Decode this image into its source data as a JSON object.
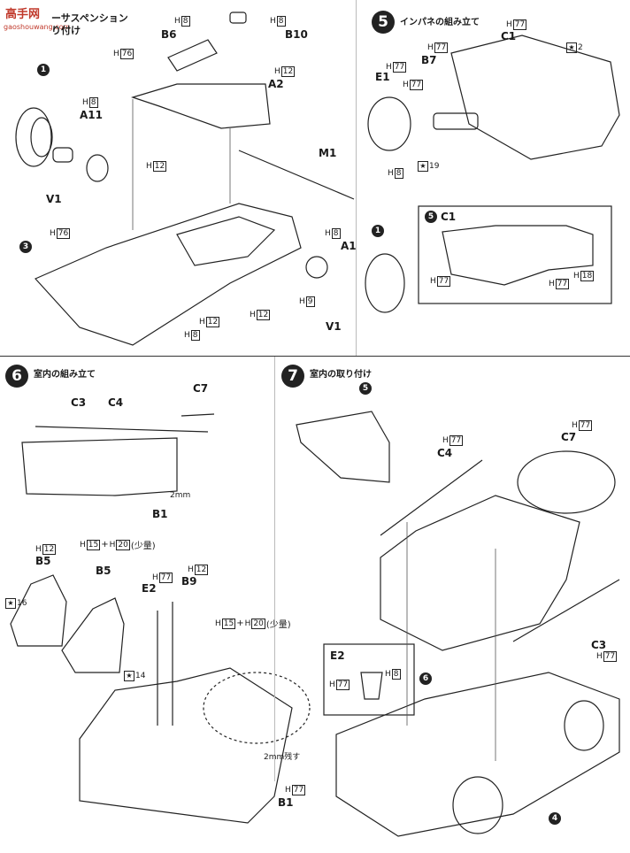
{
  "watermark": {
    "brand": "高手网",
    "url": "gaoshouwang.com"
  },
  "header": {
    "title": "ーサスペンション",
    "subtitle": "り付け"
  },
  "steps": [
    {
      "num": "5",
      "title": "インパネの組み立て"
    },
    {
      "num": "6",
      "title": "室内の組み立て"
    },
    {
      "num": "7",
      "title": "室内の取り付け"
    }
  ],
  "parts": {
    "b6": "B6",
    "b10": "B10",
    "a2": "A2",
    "a11": "A11",
    "v1a": "V1",
    "m1": "M1",
    "a1": "A1",
    "v1b": "V1",
    "c1": "C1",
    "b7": "B7",
    "e1": "E1",
    "c1_inset": "C1",
    "c3c4": "C3",
    "c4": "C4",
    "c7": "C7",
    "b1a": "B1",
    "b5a": "B5",
    "b5b": "B5",
    "e2": "E2",
    "b9": "B9",
    "b1b": "B1",
    "c4b": "C4",
    "c7b": "C7",
    "c3b": "C3",
    "e2_inset": "E2"
  },
  "callouts": {
    "c1": "1",
    "c3": "3",
    "c1b": "1",
    "c5": "5",
    "c6": "6",
    "c4": "4",
    "c5_inset": "5"
  },
  "codes": {
    "h": "H",
    "n8": "8",
    "n12": "12",
    "n76": "76",
    "n77": "77",
    "n9": "9",
    "n18": "18",
    "n15": "15",
    "n20": "20"
  },
  "stars": {
    "s2": "2",
    "s19": "19",
    "s16": "16",
    "s14": "14"
  },
  "notes": {
    "mm2": "2mm",
    "mm2left": "2mm残す",
    "small": "(少量)",
    "plus": "+"
  }
}
